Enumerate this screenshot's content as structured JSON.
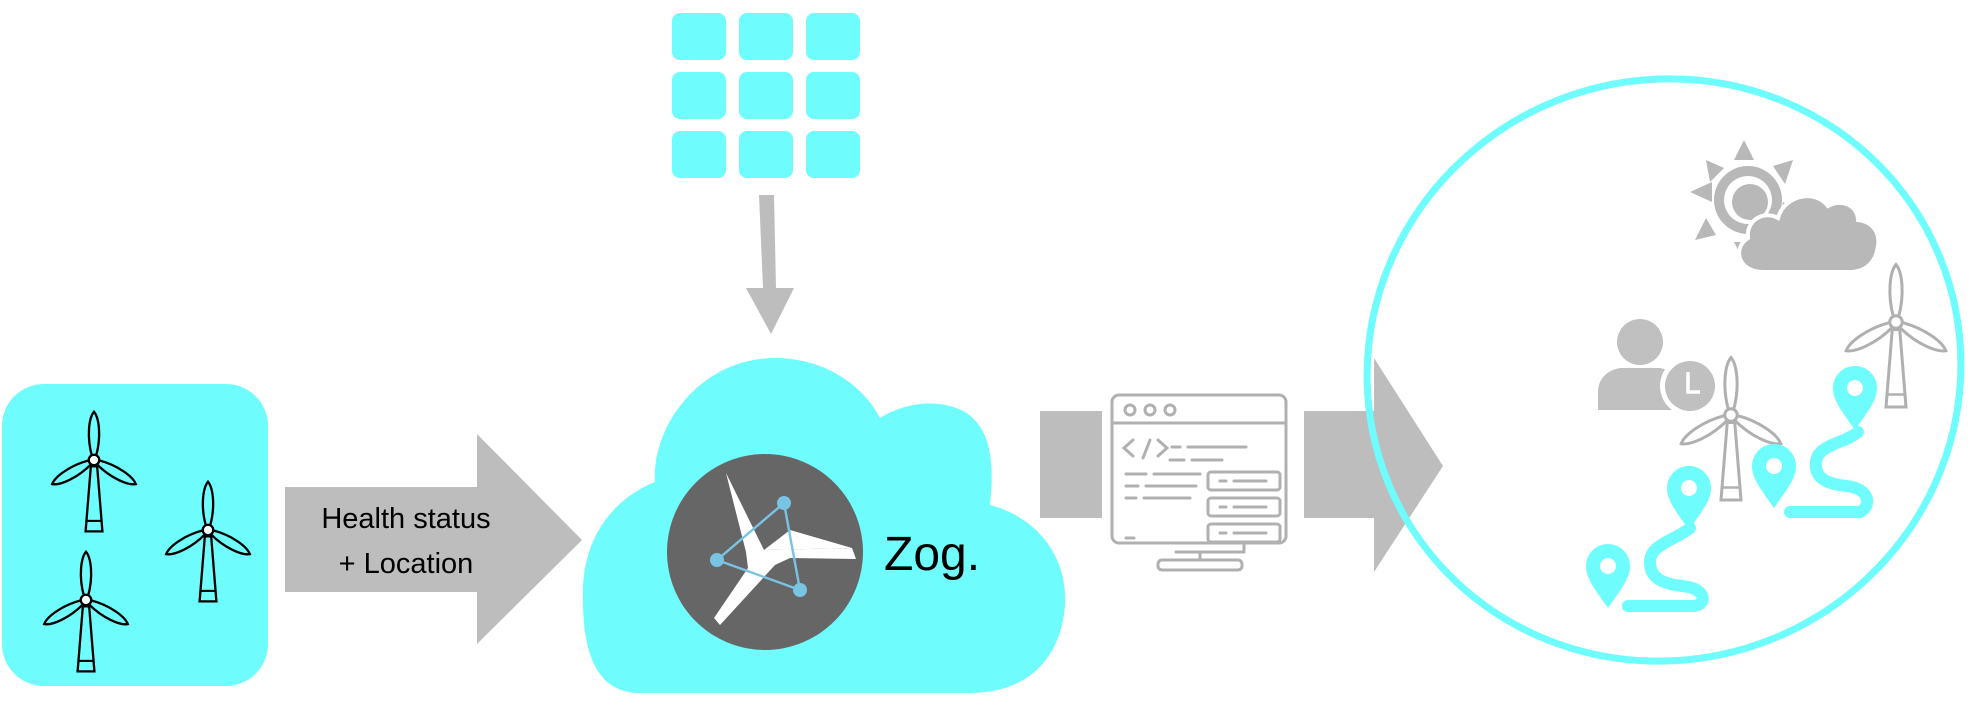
{
  "arrow_label": {
    "line1": "Health status",
    "line2": "+ Location"
  },
  "cloud": {
    "label": "Zog."
  },
  "colors": {
    "accent": "#6ffcfd",
    "gray": "#bdbdbd",
    "dark_gray": "#666666",
    "node_blue": "#7ac4e3",
    "outline": "#000000"
  },
  "icons": {
    "turbines": "wind-turbine-icon",
    "grid": "grid-tile-icon",
    "cloud_logo": "network-plane-logo-icon",
    "code_screen": "code-window-server-icon",
    "weather": "sun-cloud-icon",
    "person": "person-clock-icon",
    "pins": "map-pin-route-icon"
  }
}
